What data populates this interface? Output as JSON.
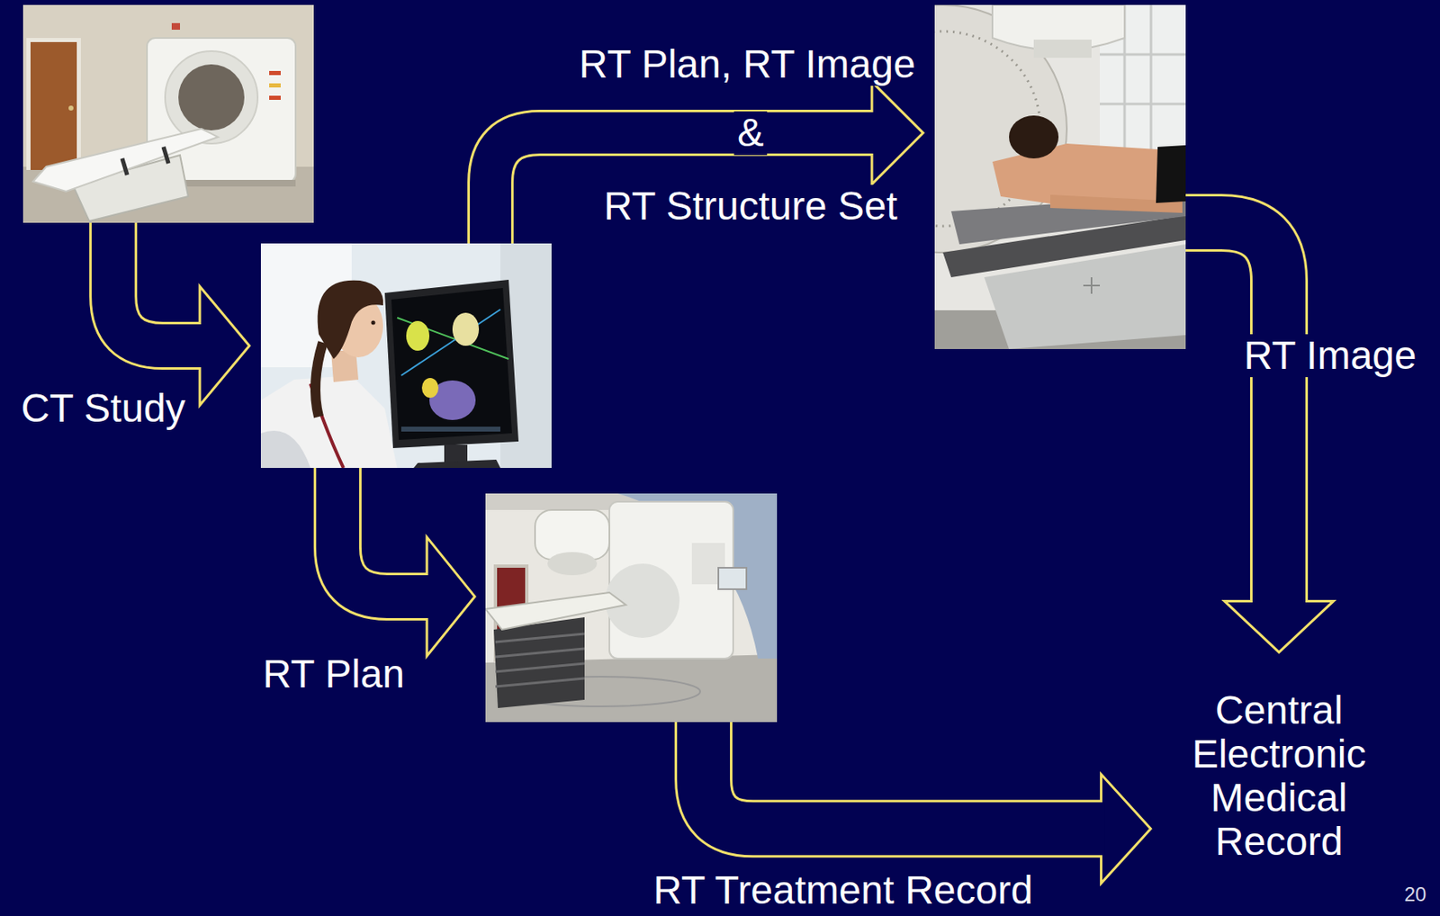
{
  "diagram": {
    "nodes": [
      {
        "text": []
      },
      {
        "text": []
      },
      {
        "text": []
      },
      {
        "text": []
      },
      {
        "text": [
          "Central Electronic Medical Record"
        ]
      }
    ],
    "edges": [
      {
        "from": 0,
        "to": 1,
        "label": "CT Study",
        "arrow": "to"
      },
      {
        "from": 1,
        "to": 2,
        "label": "RT Plan, RT Image",
        "arrow": "to"
      },
      {
        "from": 1,
        "to": 3,
        "label": "RT Plan",
        "arrow": "to"
      },
      {
        "from": 2,
        "to": 4,
        "label": "RT Image",
        "arrow": "to"
      },
      {
        "from": 3,
        "to": 4,
        "label": "RT Treatment Record",
        "arrow": "to"
      }
    ],
    "labels": [
      "&",
      "RT Structure Set",
      "20"
    ]
  }
}
